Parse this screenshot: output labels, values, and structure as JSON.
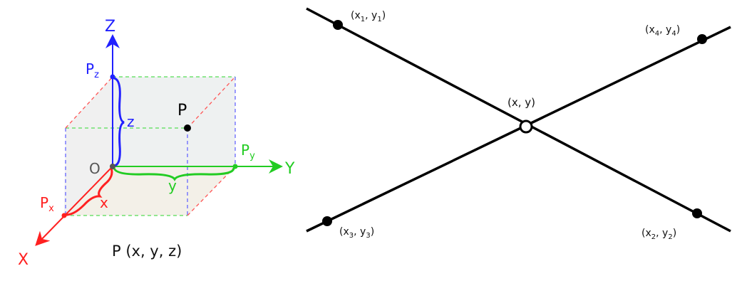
{
  "left": {
    "axes": {
      "x": "X",
      "y": "Y",
      "z": "Z"
    },
    "origin": "O",
    "point": "P",
    "projections": {
      "px": "P",
      "px_sub": "x",
      "py": "P",
      "py_sub": "y",
      "pz": "P",
      "pz_sub": "z"
    },
    "distances": {
      "x": "x",
      "y": "y",
      "z": "z"
    },
    "caption": "P (x, y, z)",
    "colors": {
      "x": "#ff2020",
      "y": "#22cc22",
      "z": "#2020ff"
    }
  },
  "right": {
    "intersection": "(x, y)",
    "points": [
      {
        "pre": "(x",
        "sub1": "1",
        "mid": ", y",
        "sub2": "1",
        "post": ")"
      },
      {
        "pre": "(x",
        "sub1": "2",
        "mid": ", y",
        "sub2": "2",
        "post": ")"
      },
      {
        "pre": "(x",
        "sub1": "3",
        "mid": ", y",
        "sub2": "3",
        "post": ")"
      },
      {
        "pre": "(x",
        "sub1": "4",
        "mid": ", y",
        "sub2": "4",
        "post": ")"
      }
    ]
  }
}
